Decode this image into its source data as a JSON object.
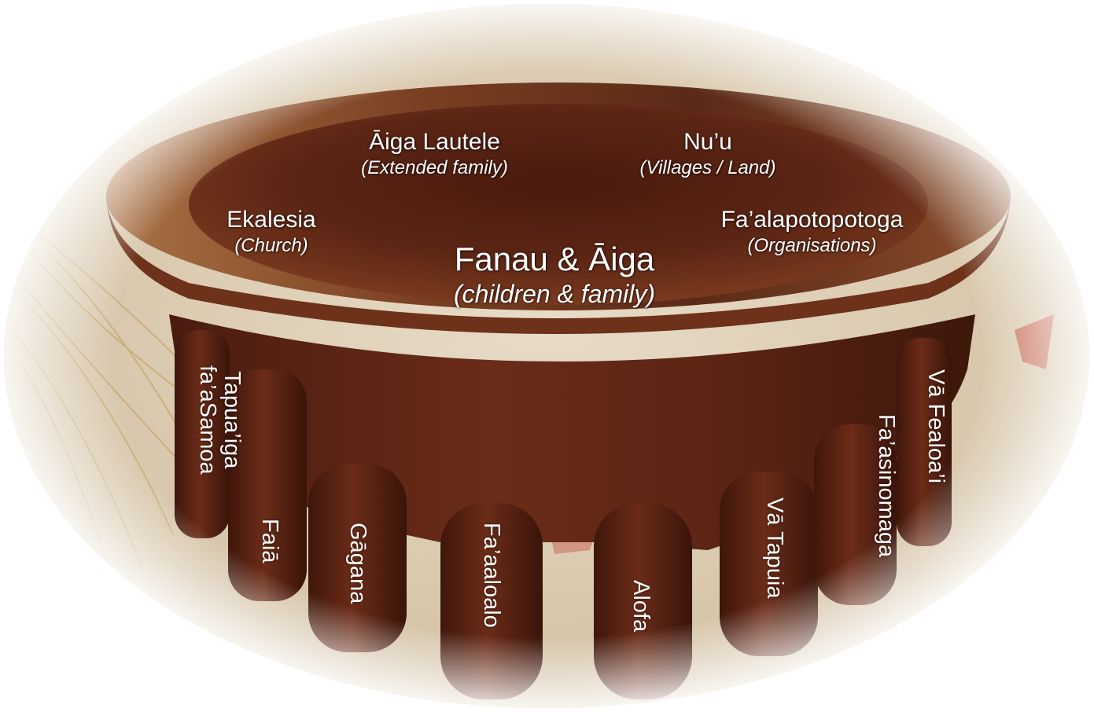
{
  "centre": {
    "label": "Fanau & Āiga",
    "translation": "(children & family)"
  },
  "bowl_labels": [
    {
      "label": "Āiga Lautele",
      "translation": "(Extended family)"
    },
    {
      "label": "Nu’u",
      "translation": "(Villages / Land)"
    },
    {
      "label": "Ekalesia",
      "translation": "(Church)"
    },
    {
      "label": "Fa’alapotopotoga",
      "translation": "(Organisations)"
    }
  ],
  "legs": [
    {
      "line1": "Tapua’iga",
      "line2": "fa’aSamoa"
    },
    {
      "line1": "Faiā"
    },
    {
      "line1": "Gāgana"
    },
    {
      "line1": "Fa’aaloalo"
    },
    {
      "line1": "Alofa"
    },
    {
      "line1": "Vā Tapuia"
    },
    {
      "line1": "Fa’asinomaga"
    },
    {
      "line1": "Vā Fealoa’i"
    }
  ],
  "colors": {
    "wood": "#5a2716",
    "rim": "#a0673e",
    "text": "#ffffff"
  }
}
